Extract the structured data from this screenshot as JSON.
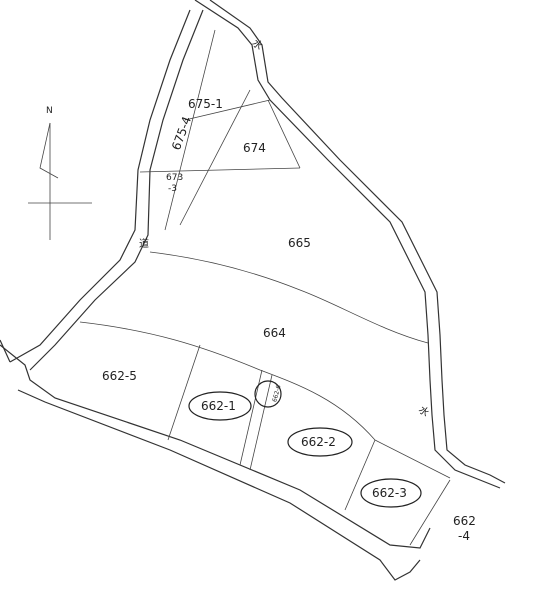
{
  "north": {
    "label": "N"
  },
  "parcels": {
    "p675_1": "675-1",
    "p675_4": "675-4",
    "p674": "674",
    "p673_3_a": "673",
    "p673_3_b": "-3",
    "p665": "665",
    "p664": "664",
    "p662_5": "662-5",
    "p662_1": "662-1",
    "p662_6": "662-6",
    "p662_2": "662-2",
    "p662_3": "662-3",
    "p662_4_a": "662",
    "p662_4_b": "-4"
  },
  "labels": {
    "water_top": "水",
    "water_right": "水",
    "road": "道"
  }
}
